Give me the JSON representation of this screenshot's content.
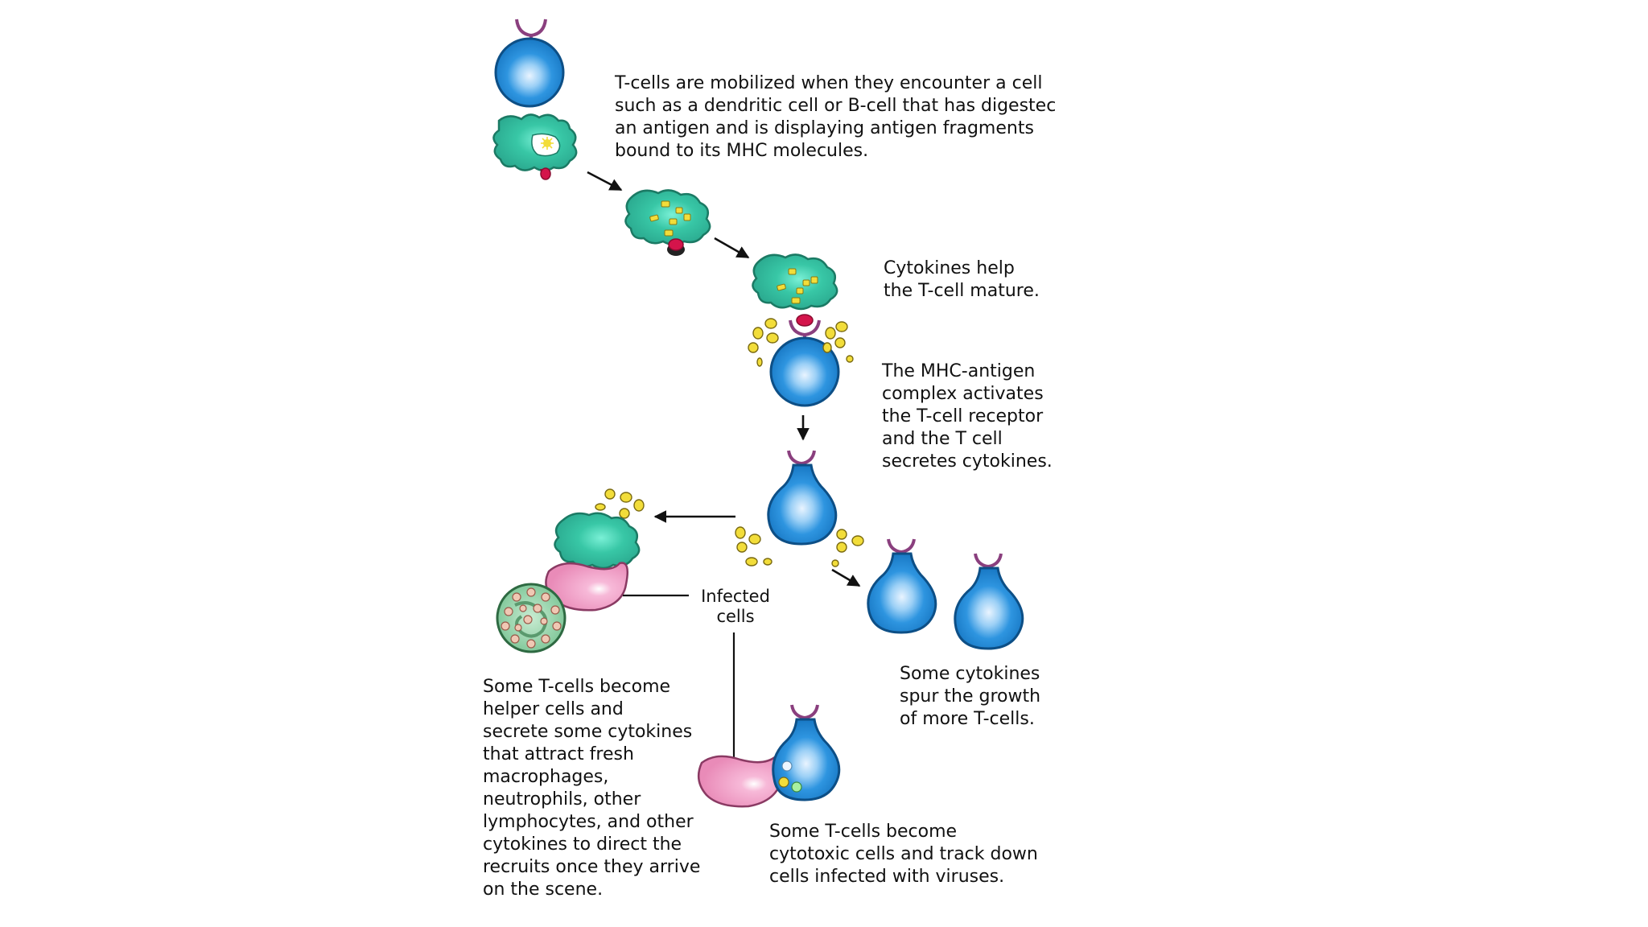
{
  "captions": {
    "step1": [
      "T-cells are mobilized when they encounter a cell",
      "such as a dendritic cell or B-cell that has digestec",
      "an antigen and is displaying antigen fragments",
      "bound to its MHC molecules."
    ],
    "step2": [
      "Cytokines help",
      "the T-cell mature."
    ],
    "step3": [
      "The MHC-antigen",
      "complex activates",
      "the T-cell receptor",
      "and the T cell",
      "secretes cytokines."
    ],
    "infected": [
      "Infected",
      "cells"
    ],
    "growth": [
      "Some cytokines",
      "spur the growth",
      "of more T-cells."
    ],
    "helper": [
      "Some T-cells become",
      "helper cells and",
      "secrete some cytokines",
      "that attract fresh",
      "macrophages,",
      "neutrophils, other",
      "lymphocytes, and other",
      "cytokines to direct the",
      "recruits once they arrive",
      "on the scene."
    ],
    "cytotoxic": [
      "Some T-cells become",
      "cytotoxic cells and track down",
      "cells infected with viruses."
    ]
  },
  "colors": {
    "tcell": "#1a86d6",
    "tcell_dark": "#0d4f86",
    "apc": "#3fc9a8",
    "cytokine": "#f2dd3a",
    "receptor": "#8a3f7e",
    "infected_cell": "#f08ec0",
    "granulocyte": "#8fd3a0",
    "mhc_antigen": "#d4144b"
  },
  "icons": [
    "t-cell-icon",
    "dendritic-cell-icon",
    "cytokine-icon",
    "infected-cell-icon",
    "granulocyte-icon",
    "arrow-icon"
  ]
}
